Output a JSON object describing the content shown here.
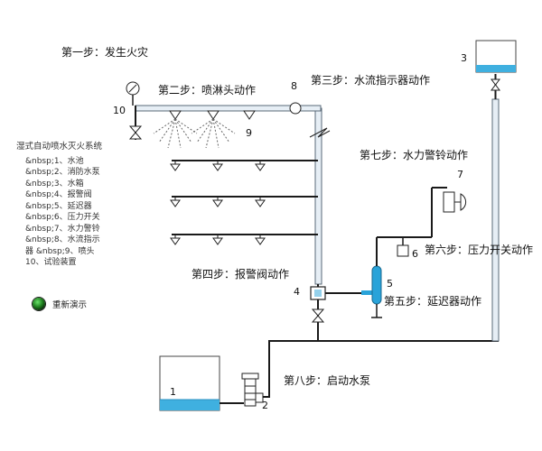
{
  "steps": {
    "s1": "第一步：发生火灾",
    "s2": "第二步：喷淋头动作",
    "s3": "第三步：水流指示器动作",
    "s4": "第四步：报警阀动作",
    "s5": "第五步：延迟器动作",
    "s6": "第六步：压力开关动作",
    "s7": "第七步：水力警铃动作",
    "s8": "第八步：启动水泵"
  },
  "labels": {
    "n1": "1",
    "n2": "2",
    "n3": "3",
    "n4": "4",
    "n5": "5",
    "n6": "6",
    "n7": "7",
    "n8": "8",
    "n9": "9",
    "n10": "10"
  },
  "legend": {
    "title": "湿式自动喷水灭火系统",
    "items": [
      "&nbsp;1、水池",
      "&nbsp;2、消防水泵",
      "&nbsp;3、水箱",
      "&nbsp;4、报警阀",
      "&nbsp;5、延迟器",
      "&nbsp;6、压力开关",
      "&nbsp;7、水力警铃",
      "&nbsp;8、水流指示",
      "器 &nbsp;9、喷头",
      "10、试验装置"
    ]
  },
  "replay": {
    "label": "重新演示"
  },
  "colors": {
    "pipe": "#5a6a78",
    "water": "#29a3d9",
    "tank_water": "#3fb0e0"
  }
}
